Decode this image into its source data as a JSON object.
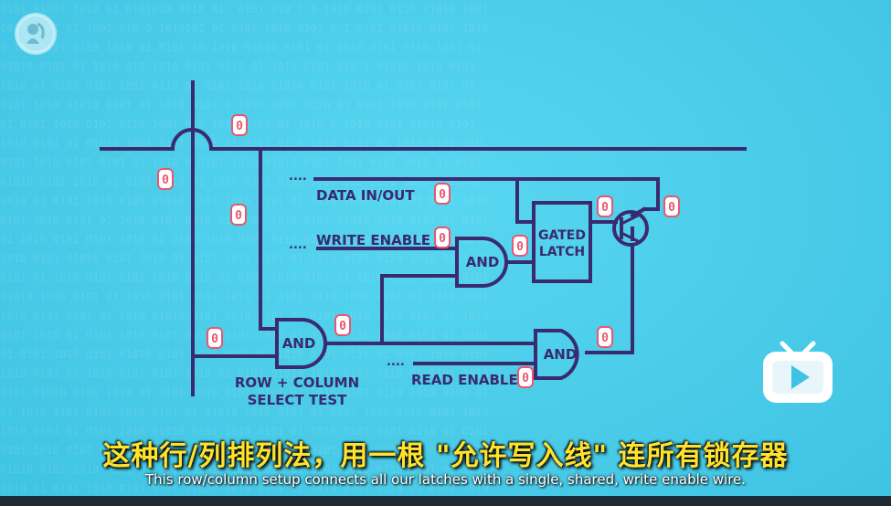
{
  "scene": {
    "background_color": "#4fd0ec",
    "wire_color": "#3a2a6e",
    "zero_color": "#e9576f"
  },
  "diagram": {
    "labels": {
      "data_in_out": "DATA IN/OUT",
      "write_enable": "WRITE ENABLE",
      "read_enable": "READ ENABLE",
      "row_column_line1": "ROW + COLUMN",
      "row_column_line2": "SELECT TEST",
      "gated_latch_line1": "GATED",
      "gated_latch_line2": "LATCH",
      "and_gate": "AND",
      "ellipsis": "...."
    },
    "bit_value": "0"
  },
  "subtitles": {
    "chinese": "这种行/列排列法，用一根 \"允许写入线\" 连所有锁存器",
    "english": "This row/column setup connects all our latches with a single, shared, write enable wire."
  },
  "overlays": {
    "logo_icon": "pbs-logo-icon",
    "badge_icon": "bilibili-tv-play-icon"
  }
}
